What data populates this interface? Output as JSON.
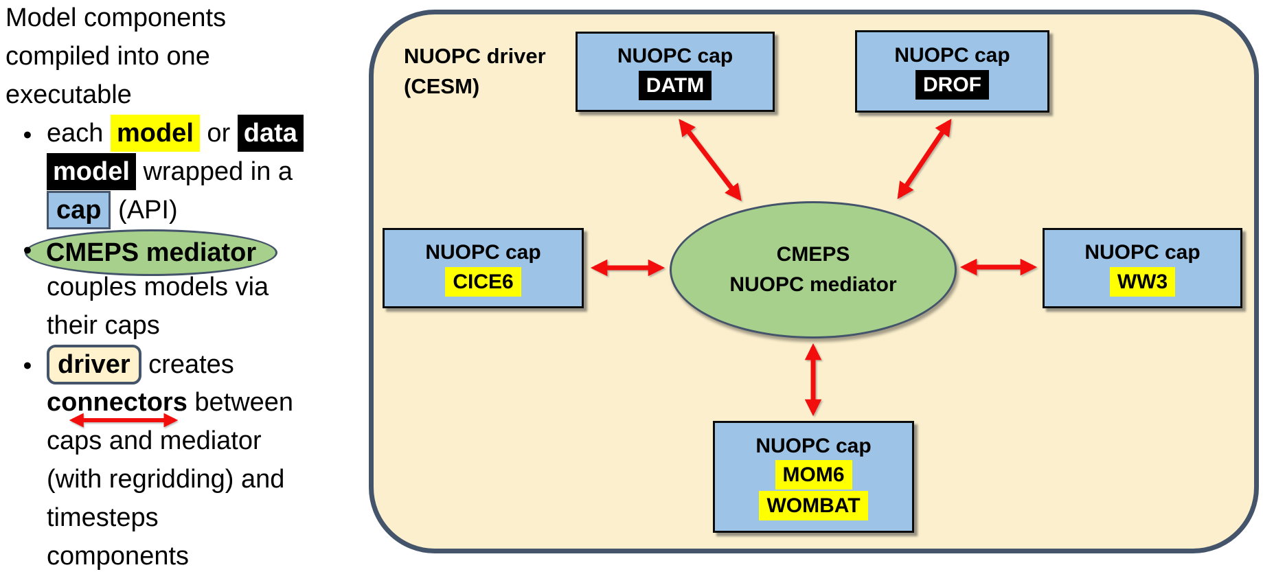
{
  "left_panel": {
    "bullet_glyph": "●",
    "heading": [
      "Model components",
      "compiled into one",
      "executable"
    ],
    "b1": {
      "l1": {
        "t1": "each ",
        "hl_model": "model",
        "t2": " or ",
        "hl_data": "data"
      },
      "l2": {
        "hl_model": "model",
        "t": " wrapped in a"
      },
      "l3": {
        "cap": "cap",
        "t": " (API)"
      }
    },
    "b2": {
      "hl_mediator": "CMEPS mediator",
      "l2": "couples models via",
      "l3": "their caps"
    },
    "b3": {
      "driver": "driver",
      "t1": " creates",
      "hl_connectors": "connectors",
      "t2": " between",
      "l3": "caps and mediator",
      "l4": "(with regridding) and",
      "l5": "timesteps",
      "l6": "components"
    }
  },
  "diagram": {
    "container_label": [
      "NUOPC driver",
      "(CESM)"
    ],
    "mediator": [
      "CMEPS",
      "NUOPC mediator"
    ],
    "caps": {
      "datm": {
        "title": "NUOPC cap",
        "name": "DATM"
      },
      "drof": {
        "title": "NUOPC cap",
        "name": "DROF"
      },
      "cice6": {
        "title": "NUOPC cap",
        "name": "CICE6"
      },
      "ww3": {
        "title": "NUOPC cap",
        "name": "WW3"
      },
      "mom6": {
        "title": "NUOPC cap",
        "name1": "MOM6",
        "name2": "WOMBAT"
      }
    },
    "colors": {
      "container_fill": "#FBEFCD",
      "container_border": "#44546A",
      "cap_box_fill": "#9DC3E6",
      "mediator_fill": "#A8D08D",
      "highlight_yellow": "#FFFF00",
      "highlight_black": "#000000",
      "arrow_red": "#F10E0C"
    }
  }
}
